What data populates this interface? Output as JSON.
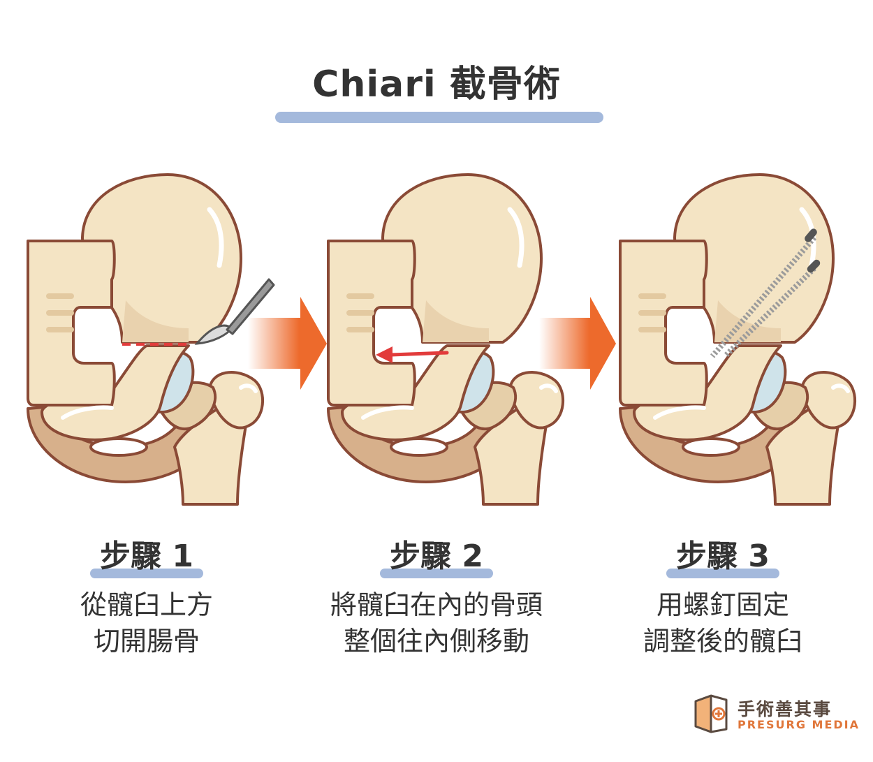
{
  "title": "Chiari 截骨術",
  "colors": {
    "bone": "#f4e4c4",
    "bone_shadow": "#d7b08b",
    "outline": "#8a4a36",
    "cartilage": "#cfe3ea",
    "accent_bar": "#a4b9dc",
    "arrow_orange": "#ed6a2c",
    "cut_line": "#e23b3b"
  },
  "steps": [
    {
      "label": "步驟 1",
      "desc": [
        "從髖臼上方",
        "切開腸骨"
      ]
    },
    {
      "label": "步驟 2",
      "desc": [
        "將髖臼在內的骨頭",
        "整個往內側移動"
      ]
    },
    {
      "label": "步驟 3",
      "desc": [
        "用螺釘固定",
        "調整後的髖臼"
      ]
    }
  ],
  "logo": {
    "name_cn": "手術善其事",
    "name_en": "PRESURG MEDIA"
  }
}
